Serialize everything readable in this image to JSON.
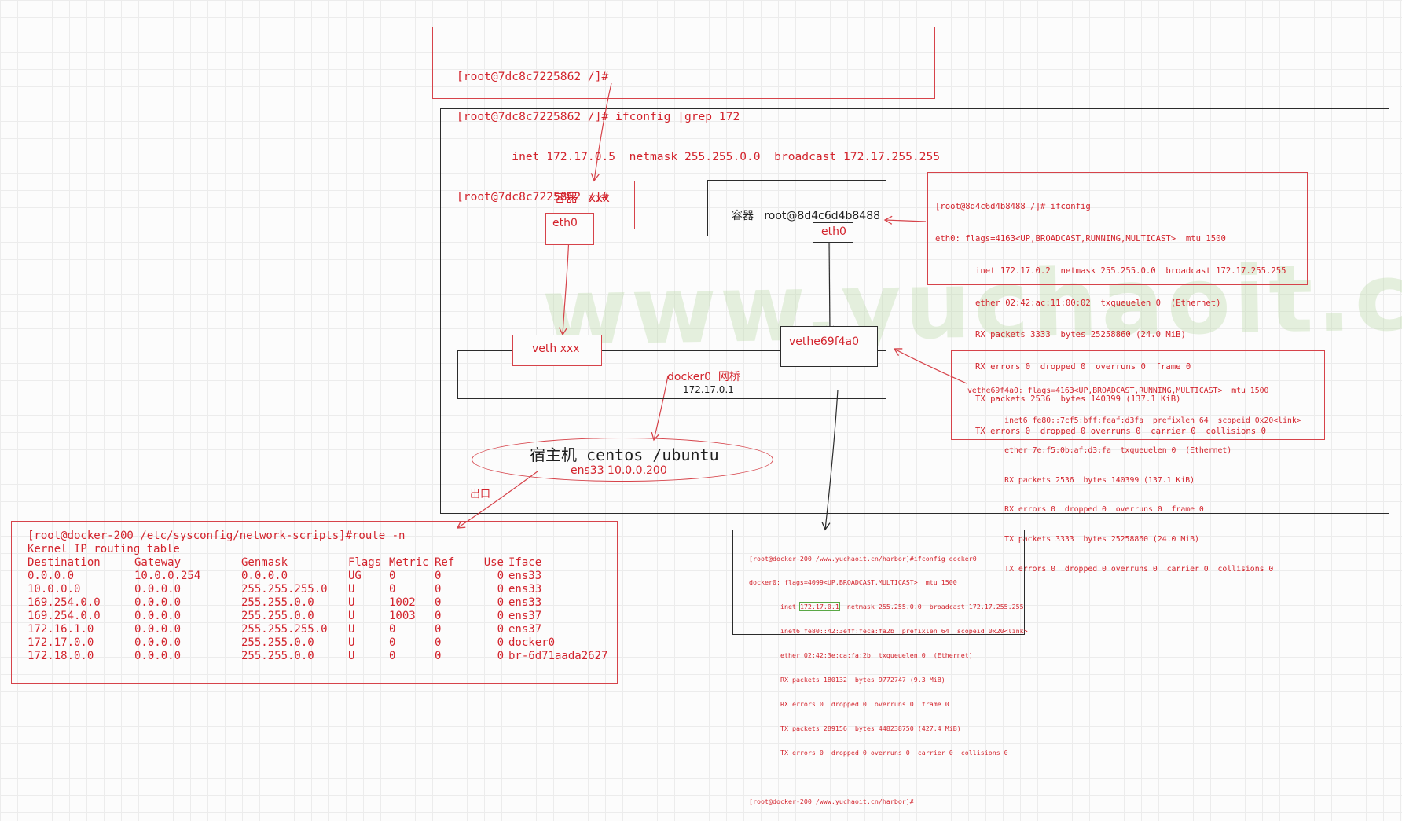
{
  "watermark": "www.yuchaoit.cn",
  "top_terminal": {
    "lines": [
      "[root@7dc8c7225862 /]#",
      "[root@7dc8c7225862 /]# ifconfig |grep 172",
      "        inet 172.17.0.5  netmask 255.255.0.0  broadcast 172.17.255.255",
      "[root@7dc8c7225862 /]#"
    ]
  },
  "container_xxx": {
    "title": "容器   xxx",
    "eth": "eth0"
  },
  "container_main": {
    "title": "容器   root@8d4c6d4b8488",
    "eth": "eth0"
  },
  "right_terminal": {
    "lines": [
      "[root@8d4c6d4b8488 /]# ifconfig",
      "eth0: flags=4163<UP,BROADCAST,RUNNING,MULTICAST>  mtu 1500",
      "        inet 172.17.0.2  netmask 255.255.0.0  broadcast 172.17.255.255",
      "        ether 02:42:ac:11:00:02  txqueuelen 0  (Ethernet)",
      "        RX packets 3333  bytes 25258860 (24.0 MiB)",
      "        RX errors 0  dropped 0  overruns 0  frame 0",
      "        TX packets 2536  bytes 140399 (137.1 KiB)",
      "        TX errors 0  dropped 0 overruns 0  carrier 0  collisions 0"
    ]
  },
  "veth_xxx": "veth xxx",
  "veth_main": "vethe69f4a0",
  "bridge": {
    "title": "docker0  网桥",
    "ip": "172.17.0.1"
  },
  "veth_terminal": {
    "lines": [
      "vethe69f4a0: flags=4163<UP,BROADCAST,RUNNING,MULTICAST>  mtu 1500",
      "        inet6 fe80::7cf5:bff:feaf:d3fa  prefixlen 64  scopeid 0x20<link>",
      "        ether 7e:f5:0b:af:d3:fa  txqueuelen 0  (Ethernet)",
      "        RX packets 2536  bytes 140399 (137.1 KiB)",
      "        RX errors 0  dropped 0  overruns 0  frame 0",
      "        TX packets 3333  bytes 25258860 (24.0 MiB)",
      "        TX errors 0  dropped 0 overruns 0  carrier 0  collisions 0"
    ]
  },
  "host": {
    "title": "宿主机 centos /ubuntu",
    "ip": "ens33 10.0.0.200"
  },
  "exit_label": "出口",
  "route_terminal": {
    "command": "[root@docker-200 /etc/sysconfig/network-scripts]#route -n",
    "caption": "Kernel IP routing table",
    "headers": [
      "Destination",
      "Gateway",
      "Genmask",
      "Flags",
      "Metric",
      "Ref",
      "Use",
      "Iface"
    ],
    "rows": [
      [
        "0.0.0.0",
        "10.0.0.254",
        "0.0.0.0",
        "UG",
        "0",
        "0",
        "0",
        "ens33"
      ],
      [
        "10.0.0.0",
        "0.0.0.0",
        "255.255.255.0",
        "U",
        "0",
        "0",
        "0",
        "ens33"
      ],
      [
        "169.254.0.0",
        "0.0.0.0",
        "255.255.0.0",
        "U",
        "1002",
        "0",
        "0",
        "ens33"
      ],
      [
        "169.254.0.0",
        "0.0.0.0",
        "255.255.0.0",
        "U",
        "1003",
        "0",
        "0",
        "ens37"
      ],
      [
        "172.16.1.0",
        "0.0.0.0",
        "255.255.255.0",
        "U",
        "0",
        "0",
        "0",
        "ens37"
      ],
      [
        "172.17.0.0",
        "0.0.0.0",
        "255.255.0.0",
        "U",
        "0",
        "0",
        "0",
        "docker0"
      ],
      [
        "172.18.0.0",
        "0.0.0.0",
        "255.255.0.0",
        "U",
        "0",
        "0",
        "0",
        "br-6d71aada2627"
      ]
    ]
  },
  "docker0_terminal": {
    "prompt": "[root@docker-200 /www.yuchaoit.cn/harbor]#ifconfig docker0",
    "flags": "docker0: flags=4099<UP,BROADCAST,MULTICAST>  mtu 1500",
    "inet_pre": "        inet ",
    "inet_ip": "172.17.0.1",
    "inet_post": "  netmask 255.255.0.0  broadcast 172.17.255.255",
    "rest": [
      "        inet6 fe80::42:3eff:feca:fa2b  prefixlen 64  scopeid 0x20<link>",
      "        ether 02:42:3e:ca:fa:2b  txqueuelen 0  (Ethernet)",
      "        RX packets 180132  bytes 9772747 (9.3 MiB)",
      "        RX errors 0  dropped 0  overruns 0  frame 0",
      "        TX packets 289156  bytes 448238750 (427.4 MiB)",
      "        TX errors 0  dropped 0 overruns 0  carrier 0  collisions 0",
      "",
      "[root@docker-200 /www.yuchaoit.cn/harbor]#"
    ]
  }
}
